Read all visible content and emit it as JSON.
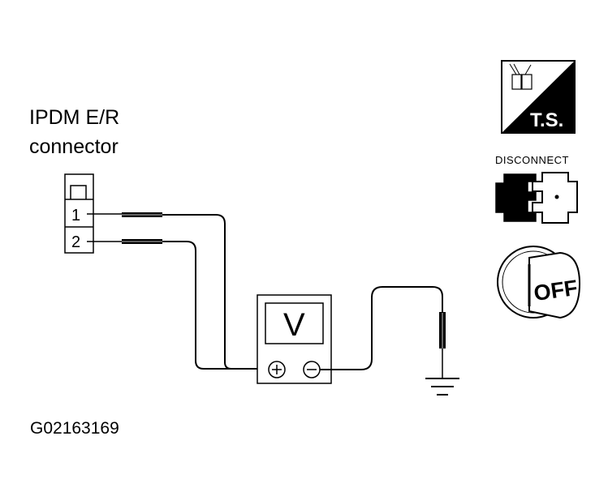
{
  "connector": {
    "title_line1": "IPDM E/R",
    "title_line2": "connector",
    "pin1": "1",
    "pin2": "2"
  },
  "meter": {
    "display": "V",
    "positive_terminal": "+",
    "negative_terminal": "−"
  },
  "icons": {
    "ts_label": "T.S.",
    "disconnect_label": "DISCONNECT",
    "ignition_label": "OFF"
  },
  "figure_code": "G02163169"
}
